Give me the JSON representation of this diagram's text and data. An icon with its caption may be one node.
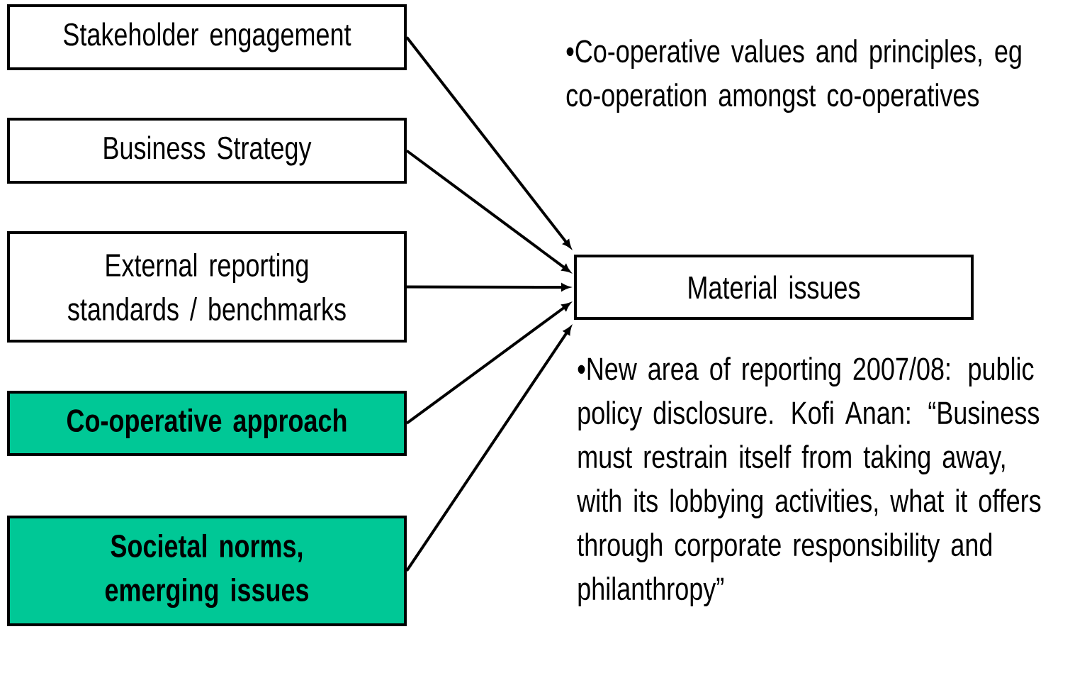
{
  "diagram": {
    "nodes": [
      {
        "text": [
          "Stakeholder engagement"
        ]
      },
      {
        "text": [
          "Business Strategy"
        ]
      },
      {
        "text": [
          "External reporting standards / benchmarks"
        ]
      },
      {
        "text": [
          "Co-operative approach"
        ]
      },
      {
        "text": [
          "Societal norms, emerging issues"
        ]
      },
      {
        "text": [
          "Material issues"
        ]
      }
    ],
    "edges": [
      {
        "from": 0,
        "to": 5,
        "arrow": "to"
      },
      {
        "from": 1,
        "to": 5,
        "arrow": "to"
      },
      {
        "from": 2,
        "to": 5,
        "arrow": "to"
      },
      {
        "from": 3,
        "to": 5,
        "arrow": "to"
      },
      {
        "from": 4,
        "to": 5,
        "arrow": "to"
      }
    ],
    "labels": [
      "•Co-operative values and principles, eg co-operation amongst co-operatives",
      "•New area of reporting 2007/08: public policy disclosure. Kofi Anan: “Business must restrain itself from taking away, with its lobbying activities, what it offers through corporate responsibility and philanthropy”"
    ]
  }
}
